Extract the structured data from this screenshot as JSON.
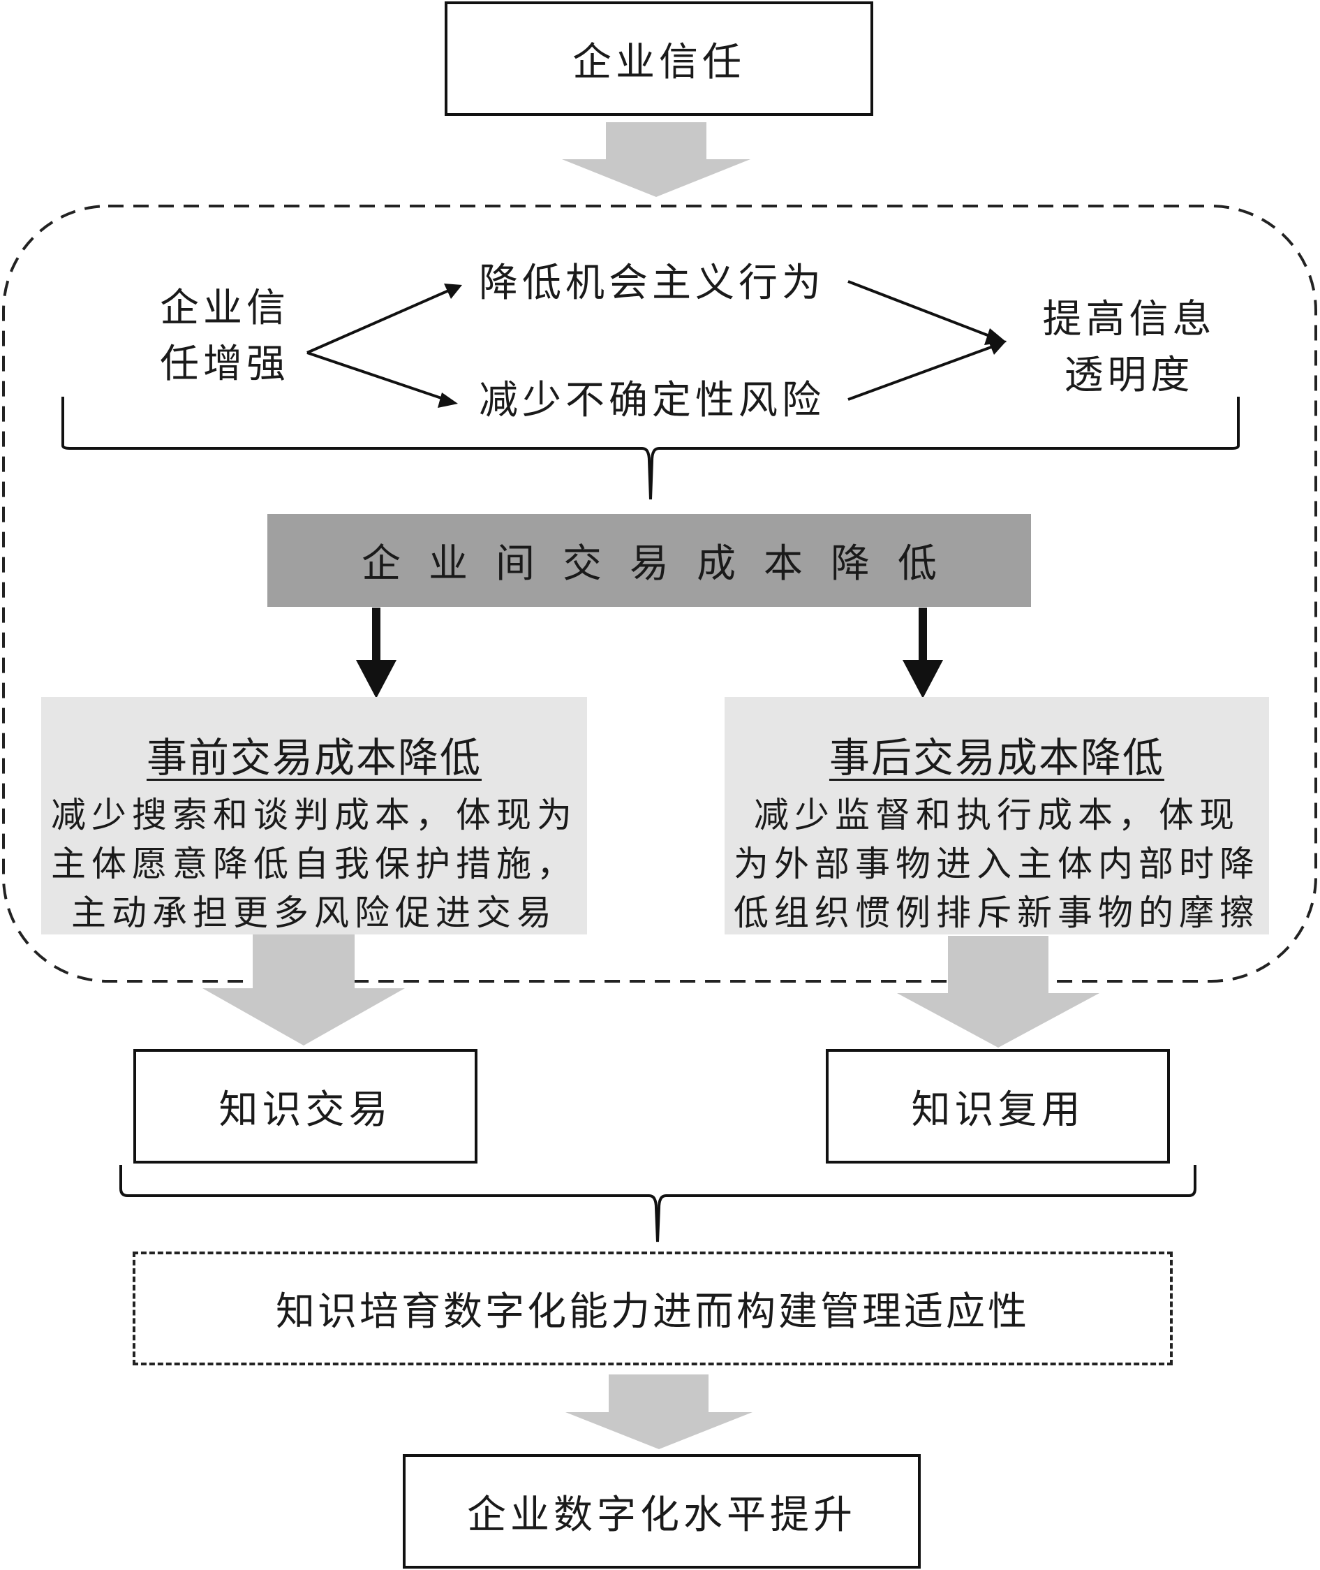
{
  "nodes": {
    "trust": "企业信任",
    "trust_enhanced": "企业信任增强",
    "reduce_opportunism": "降低机会主义行为",
    "reduce_uncertainty": "减少不确定性风险",
    "transparency": "提高信息透明度",
    "cost_reduction": "企业间交易成本降低",
    "knowledge_trade": "知识交易",
    "knowledge_reuse": "知识复用",
    "knowledge_capability": "知识培育数字化能力进而构建管理适应性",
    "digital_level": "企业数字化水平提升"
  },
  "panels": {
    "ex_ante": {
      "title": "事前交易成本降低",
      "body": "减少搜索和谈判成本，体现为\n主体愿意降低自我保护措施，\n主动承担更多风险促进交易"
    },
    "ex_post": {
      "title": "事后交易成本降低",
      "body": "减少监督和执行成本，体现\n为外部事物进入主体内部时降\n低组织惯例排斥新事物的摩擦"
    }
  },
  "colors": {
    "line": "#111111",
    "dark_bar": "#a0a0a0",
    "light_panel": "#e6e6e6",
    "gray_arrow": "#c8c8c8"
  }
}
